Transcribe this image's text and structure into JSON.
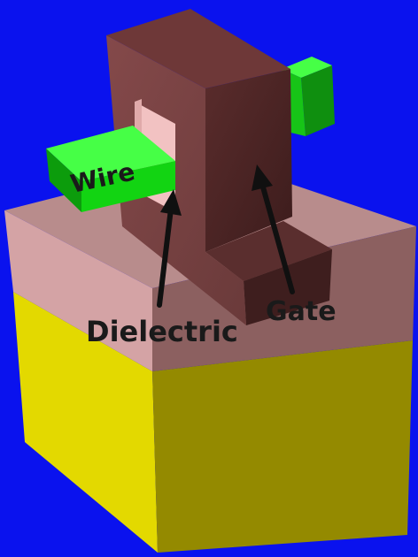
{
  "labels": {
    "wire": "Wire",
    "dielectric": "Dielectric",
    "gate": "Gate"
  },
  "colors": {
    "background": "#0a12ee",
    "substrate_front": "#e3d900",
    "substrate_side": "#8f8400",
    "oxide_top": "#b88c8c",
    "oxide_front": "#cf9ea0",
    "oxide_side": "#8a5e5e",
    "gate_front": "#7a4444",
    "gate_side": "#4a2424",
    "gate_top": "#5a2e2e",
    "dielectric": "#f2c2c2",
    "wire_front": "#12d412",
    "wire_top": "#46ff46",
    "wire_side": "#0a8a0a",
    "arrow": "#101010"
  }
}
